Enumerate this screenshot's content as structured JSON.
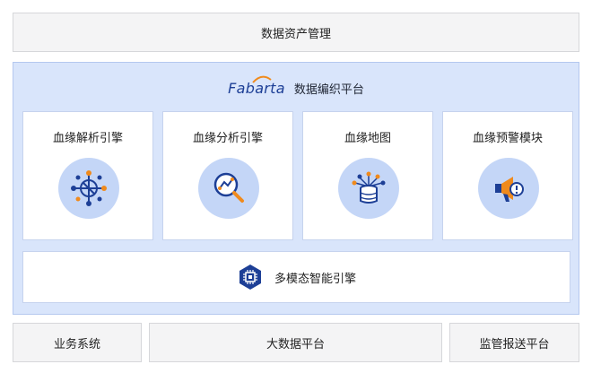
{
  "top_bar": {
    "label": "数据资产管理"
  },
  "platform": {
    "brand": "Fabarta",
    "title": "数据编织平台",
    "cards": [
      {
        "label": "血缘解析引擎",
        "icon": "network-analysis-icon"
      },
      {
        "label": "血缘分析引擎",
        "icon": "magnify-chart-icon"
      },
      {
        "label": "血缘地图",
        "icon": "database-tree-icon"
      },
      {
        "label": "血缘预警模块",
        "icon": "megaphone-alert-icon"
      }
    ],
    "engine": {
      "label": "多模态智能引擎",
      "icon": "chip-hexagon-icon"
    }
  },
  "bottom": [
    {
      "label": "业务系统"
    },
    {
      "label": "大数据平台"
    },
    {
      "label": "监管报送平台"
    }
  ],
  "colors": {
    "panel_bg": "#d9e5fb",
    "icon_bg": "#c4d6f7",
    "icon_primary": "#1d3f96",
    "icon_accent": "#f08a1c",
    "brand": "#1d3f96"
  }
}
